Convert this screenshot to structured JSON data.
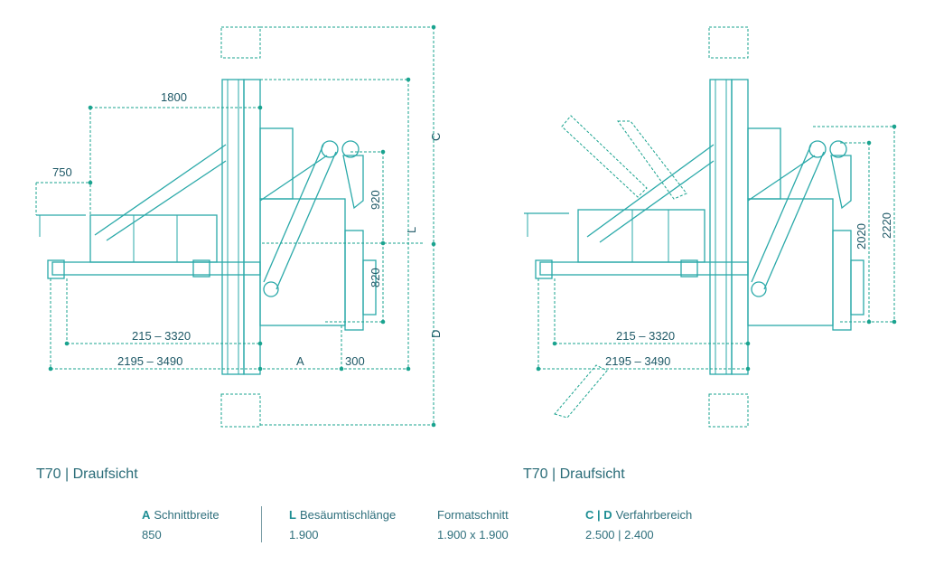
{
  "captions": {
    "left": "T70 | Draufsicht",
    "right": "T70 | Draufsicht"
  },
  "left_dims": {
    "d1800": "1800",
    "d750": "750",
    "d920": "920",
    "d820": "820",
    "L": "L",
    "C": "C",
    "D": "D",
    "range_inner": "215 – 3320",
    "range_outer": "2195 – 3490",
    "A": "A",
    "d300": "300"
  },
  "right_dims": {
    "d2020": "2020",
    "d2220": "2220",
    "range_inner": "215 – 3320",
    "range_outer": "2195 – 3490"
  },
  "specs": [
    {
      "key": "A",
      "label": "Schnittbreite",
      "value": "850"
    },
    {
      "key": "L",
      "label": "Besäumtischlänge",
      "value": "1.900"
    },
    {
      "key": "",
      "label": "Formatschnitt",
      "value": "1.900 x 1.900"
    },
    {
      "key": "C | D",
      "label": "Verfahrbereich",
      "value": "2.500 | 2.400"
    }
  ],
  "colors": {
    "line": "#2aa9a9",
    "dim": "#1aa38f",
    "text": "#1d5866"
  }
}
